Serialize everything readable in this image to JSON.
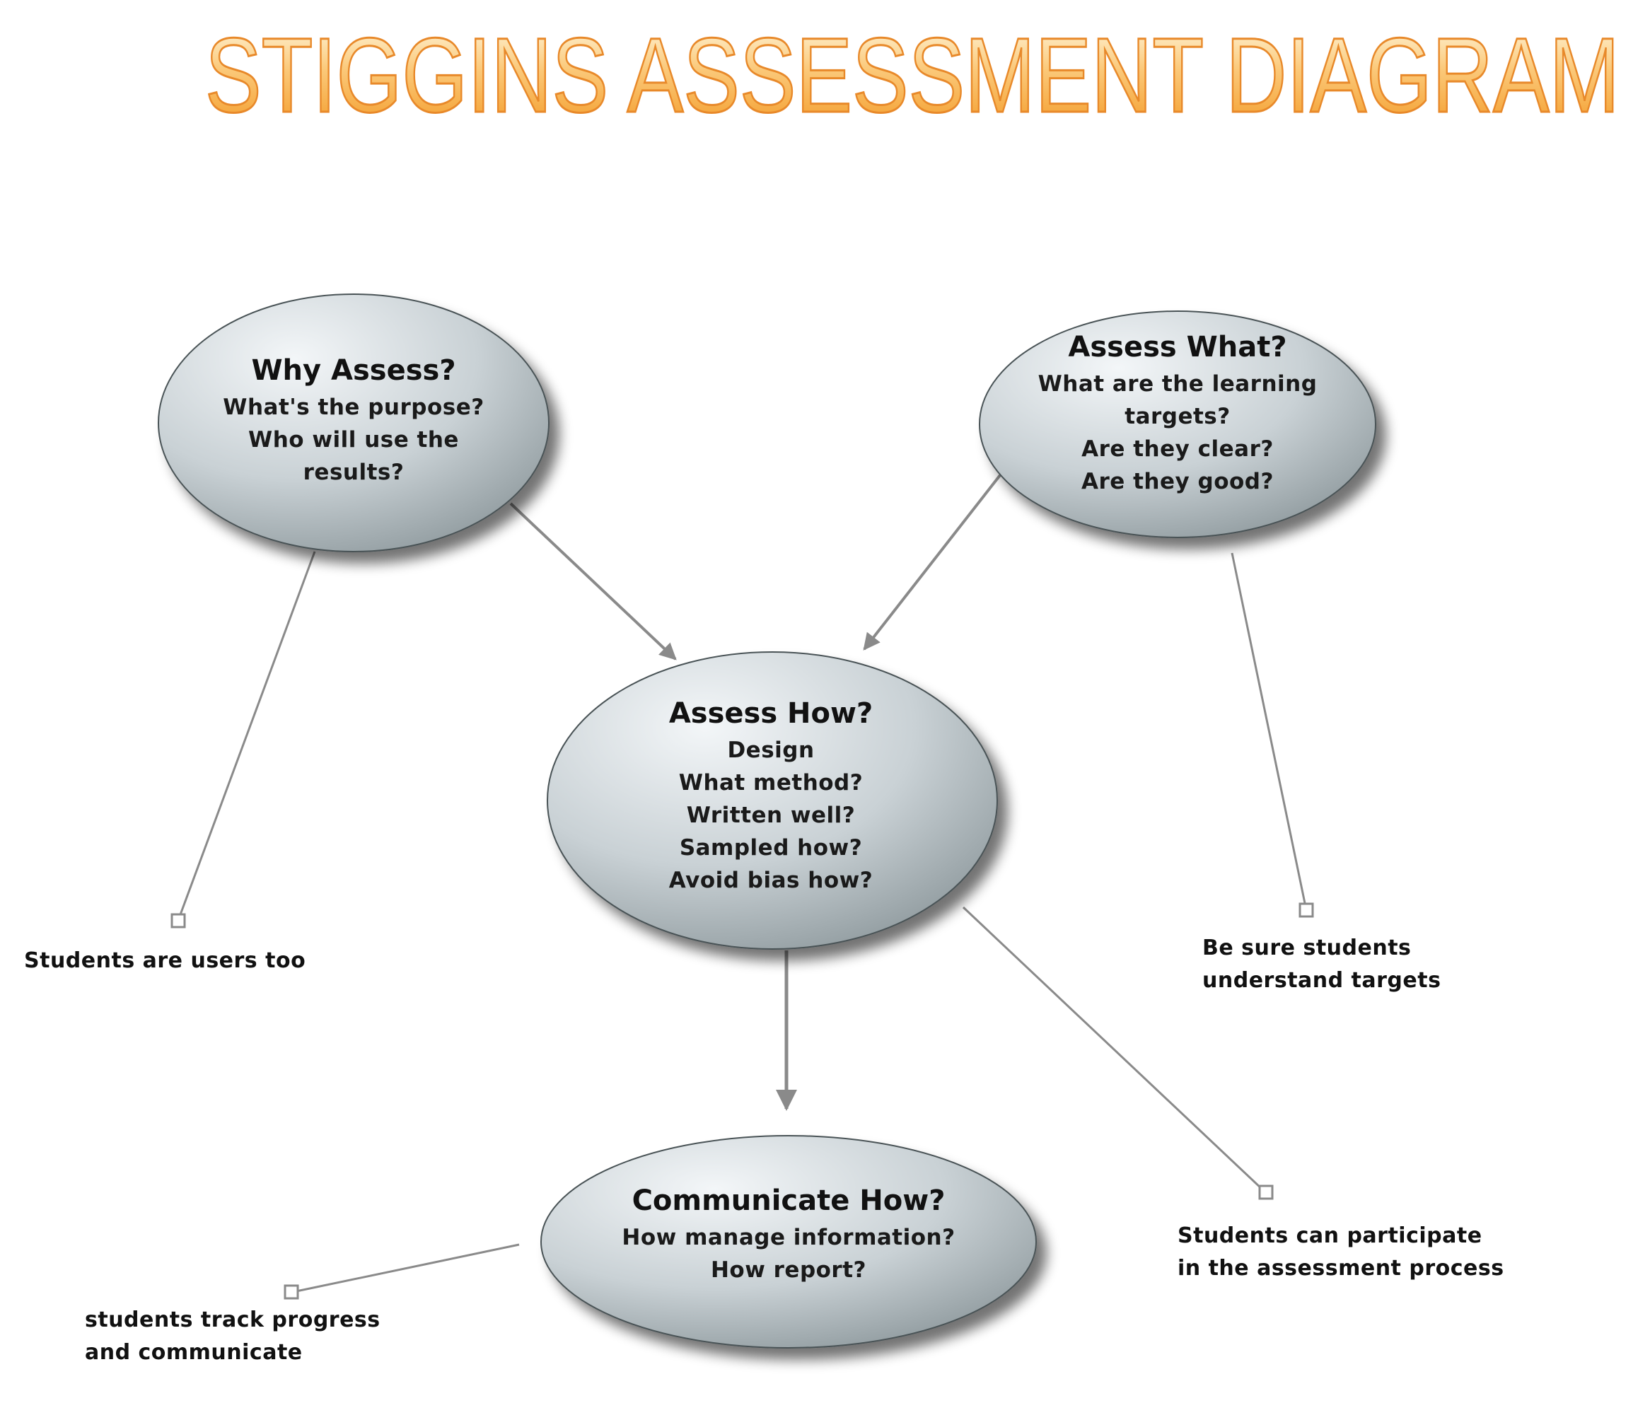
{
  "title": "STIGGINS ASSESSMENT DIAGRAM",
  "colors": {
    "title_top": "#fffbe6",
    "title_mid": "#fbc97a",
    "title_bottom": "#f39a26",
    "title_stroke": "#e8892a",
    "node_light": "#f3f6f8",
    "node_dark": "#8d989c",
    "connector": "#8a8a8a",
    "text": "#111111"
  },
  "nodes": {
    "why": {
      "title": "Why Assess?",
      "lines": [
        "What's the purpose?",
        "Who will use the",
        "results?"
      ]
    },
    "what": {
      "title": "Assess What?",
      "lines": [
        "What are the learning",
        "targets?",
        "Are they clear?",
        "Are they good?"
      ]
    },
    "how": {
      "title": "Assess How?",
      "lines": [
        "Design",
        "What method?",
        "Written well?",
        "Sampled how?",
        "Avoid bias how?"
      ]
    },
    "communicate": {
      "title": "Communicate How?",
      "lines": [
        "How manage information?",
        "How report?"
      ]
    }
  },
  "notes": {
    "users": {
      "lines": [
        "Students are users too"
      ]
    },
    "targets": {
      "lines": [
        "Be sure students",
        "understand targets"
      ]
    },
    "participate": {
      "lines": [
        "Students can participate",
        "in the assessment process"
      ]
    },
    "track": {
      "lines": [
        "students track progress",
        "and communicate"
      ]
    }
  }
}
